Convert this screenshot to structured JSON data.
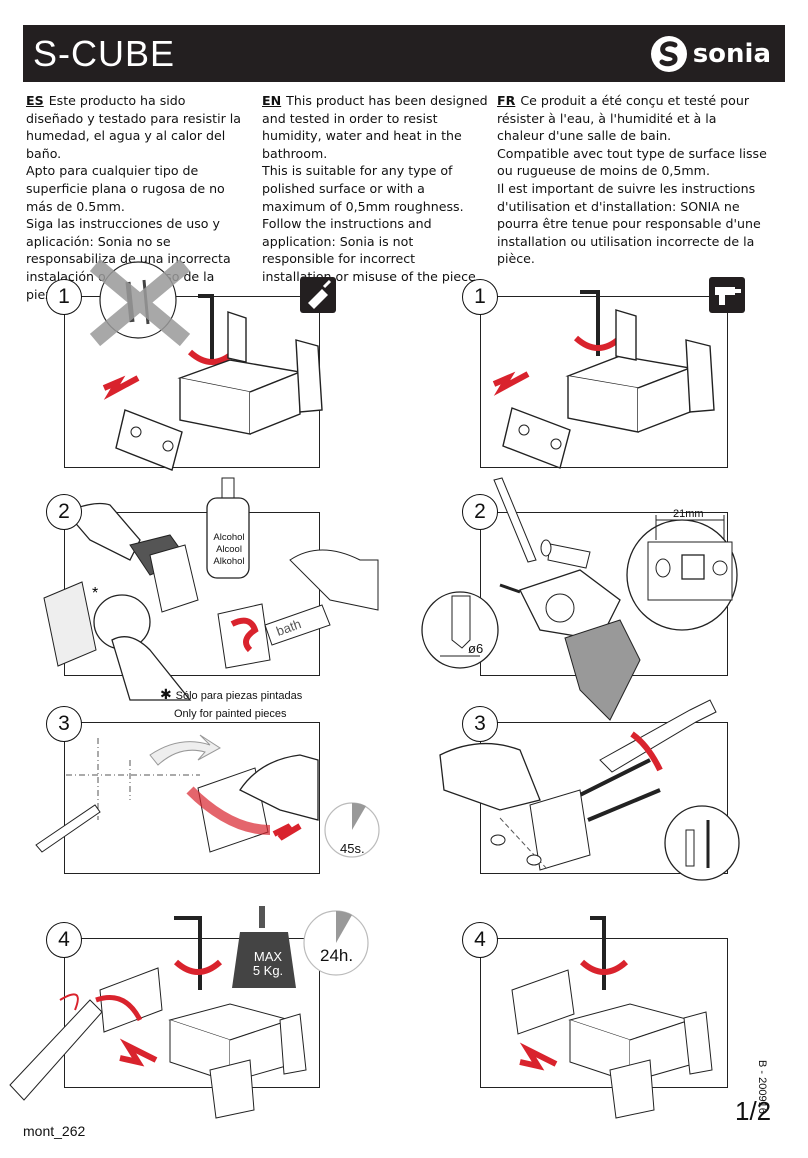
{
  "header": {
    "title": "S-CUBE",
    "brand": "sonia"
  },
  "intro": {
    "es": {
      "code": "ES",
      "lines": [
        "Este producto  ha sido diseñado y testado para resistir la humedad, el agua y al calor del baño.",
        "Apto para cualquier tipo de superficie plana o rugosa de no más de 0.5mm.",
        "Siga las instrucciones de uso y aplicación: Sonia no se responsabiliza de una incorrecta instalación o un mal uso de la pieza."
      ]
    },
    "en": {
      "code": "EN",
      "lines": [
        "This product has been designed and tested in order to resist humidity, water and heat in the bathroom.",
        "This is suitable for any type of polished surface or with a maximum of 0,5mm roughness. Follow the instructions and application: Sonia is not responsible for incorrect installation or misuse of the piece."
      ]
    },
    "fr": {
      "code": "FR",
      "lines": [
        "Ce produit a été conçu et testé pour résister à l'eau, à l'humidité et à la chaleur d'une salle de bain.",
        "Compatible avec tout type de surface lisse ou rugueuse de moins de 0,5mm.",
        "Il est important de suivre les instructions d'utilisation et d'installation: SONIA ne pourra être tenue pour responsable d'une installation ou utilisation incorrecte de la pièce."
      ]
    }
  },
  "steps": {
    "left": [
      "1",
      "2",
      "3",
      "4"
    ],
    "right": [
      "1",
      "2",
      "3",
      "4"
    ]
  },
  "labels": {
    "alcohol_es": "Alcohol",
    "alcohol_fr": "Alcool",
    "alcohol_de": "Alkohol",
    "tube": "bath",
    "note_es": "Sólo para piezas pintadas",
    "note_en": "Only for painted pieces",
    "asterisk": "*",
    "time_short": "45s.",
    "time_long": "24h.",
    "max_label": "MAX",
    "max_weight": "5 Kg.",
    "distance": "21mm",
    "drill": "ø6"
  },
  "footer": {
    "ref": "mont_262",
    "page": "1/2",
    "code": "B - 200916"
  }
}
